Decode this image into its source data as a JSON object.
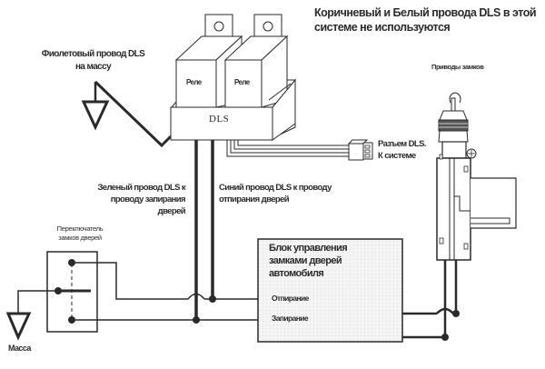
{
  "diagram": {
    "title": "Коричневый и Белый провода DLS в этой системе не используются",
    "title_lines": [
      "Коричневый и Белый провода DLS в этой",
      "системе не используются"
    ],
    "purple_wire_label": [
      "Фиолетовый провод DLS",
      "на массу"
    ],
    "actuators_label": "Приводы замков",
    "relays": [
      "Реле",
      "Реле"
    ],
    "dls_module_label": "DLS",
    "connector_label": [
      "Разъем DLS.",
      "К системе"
    ],
    "green_wire_label": [
      "Зеленый провод DLS к",
      "проводу запирания",
      "дверей"
    ],
    "blue_wire_label": [
      "Синий провод DLS к проводу",
      "отпирания дверей"
    ],
    "switch_label": [
      "Переключатель",
      "замков дверей"
    ],
    "ground_label": "Масса",
    "control_unit": {
      "title": [
        "Блок управления",
        "замками дверей",
        "автомобиля"
      ],
      "unlock": "Отпирание",
      "lock": "Запирание"
    },
    "colors": {
      "line": "#2a2a2a",
      "box_fill": "#f3f3f3",
      "background": "#ffffff"
    }
  }
}
